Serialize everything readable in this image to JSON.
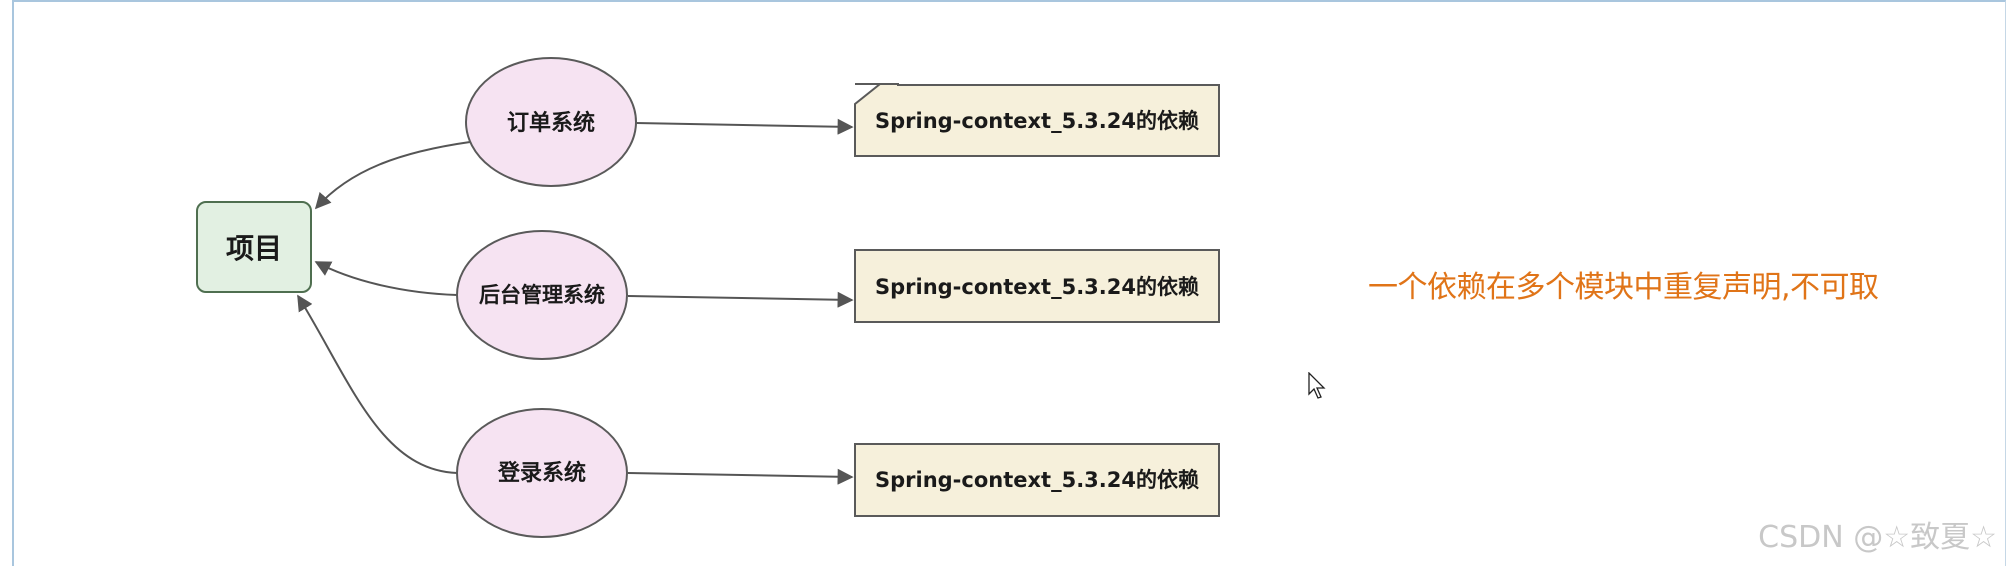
{
  "diagram": {
    "root": {
      "label": "项目"
    },
    "systems": [
      {
        "label": "订单系统",
        "dependency": "Spring-context_5.3.24的依赖"
      },
      {
        "label": "后台管理系统",
        "dependency": "Spring-context_5.3.24的依赖"
      },
      {
        "label": "登录系统",
        "dependency": "Spring-context_5.3.24的依赖"
      }
    ]
  },
  "note": "一个依赖在多个模块中重复声明,不可取",
  "watermark": "CSDN @☆致夏☆",
  "colors": {
    "root_fill": "#e2f0e2",
    "root_stroke": "#4f6f50",
    "ellipse_fill": "#f6e3f2",
    "ellipse_stroke": "#5a5a5a",
    "doc_fill": "#f6f0db",
    "doc_stroke": "#5a5a5a",
    "note_color": "#e07418",
    "frame_color": "#a9c6de"
  }
}
